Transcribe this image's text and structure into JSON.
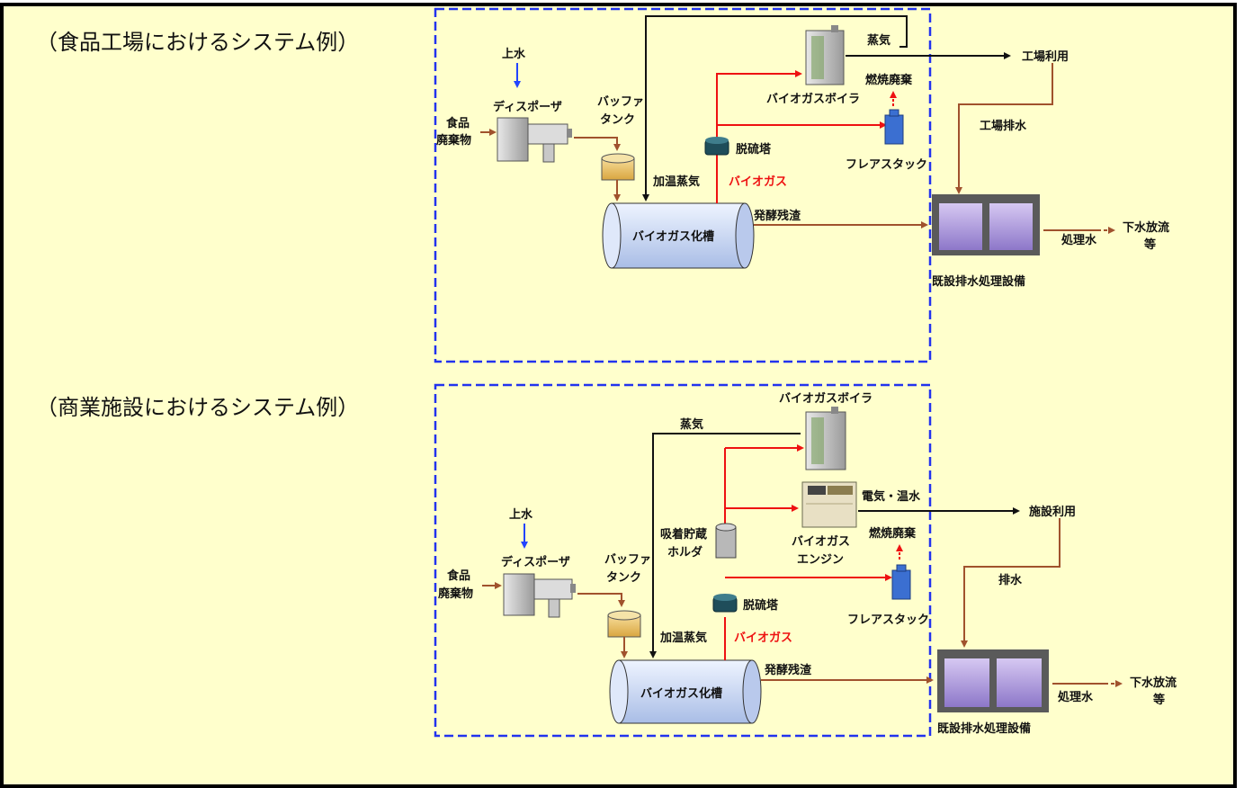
{
  "colors": {
    "background": "#ffffcc",
    "frame": "#000000",
    "dashed_boundary": "#2233ee",
    "biogas_line": "#ee1111",
    "biogas_label": "#ee1111",
    "material_line": "#a0522d",
    "water_line": "#2244ff",
    "steam_line": "#111111"
  },
  "diagrams": [
    {
      "heading": "（食品工場におけるシステム例）",
      "labels": {
        "water_in": "上水",
        "food_waste_1": "食品",
        "food_waste_2": "廃棄物",
        "disposer": "ディスポーザ",
        "buffer_tank_1": "バッファ",
        "buffer_tank_2": "タンク",
        "digester": "バイオガス化槽",
        "heating_steam": "加温蒸気",
        "biogas": "バイオガス",
        "desulfurizer": "脱硫塔",
        "boiler": "バイオガスボイラ",
        "steam": "蒸気",
        "combustion": "燃焼廃棄",
        "flare_stack": "フレアスタック",
        "usage": "工場利用",
        "wastewater": "工場排水",
        "digestate": "発酵残渣",
        "treatment_plant": "既設排水処理設備",
        "treated_water": "処理水",
        "discharge_1": "下水放流",
        "discharge_2": "等"
      }
    },
    {
      "heading": "（商業施設におけるシステム例）",
      "labels": {
        "water_in": "上水",
        "food_waste_1": "食品",
        "food_waste_2": "廃棄物",
        "disposer": "ディスポーザ",
        "buffer_tank_1": "バッファ",
        "buffer_tank_2": "タンク",
        "digester": "バイオガス化槽",
        "heating_steam": "加温蒸気",
        "biogas": "バイオガス",
        "desulfurizer": "脱硫塔",
        "gas_holder_1": "吸着貯蔵",
        "gas_holder_2": "ホルダ",
        "boiler": "バイオガスボイラ",
        "steam": "蒸気",
        "engine_1": "バイオガス",
        "engine_2": "エンジン",
        "power_heat": "電気・温水",
        "combustion": "燃焼廃棄",
        "flare_stack": "フレアスタック",
        "usage": "施設利用",
        "wastewater": "排水",
        "digestate": "発酵残渣",
        "treatment_plant": "既設排水処理設備",
        "treated_water": "処理水",
        "discharge_1": "下水放流",
        "discharge_2": "等"
      }
    }
  ]
}
